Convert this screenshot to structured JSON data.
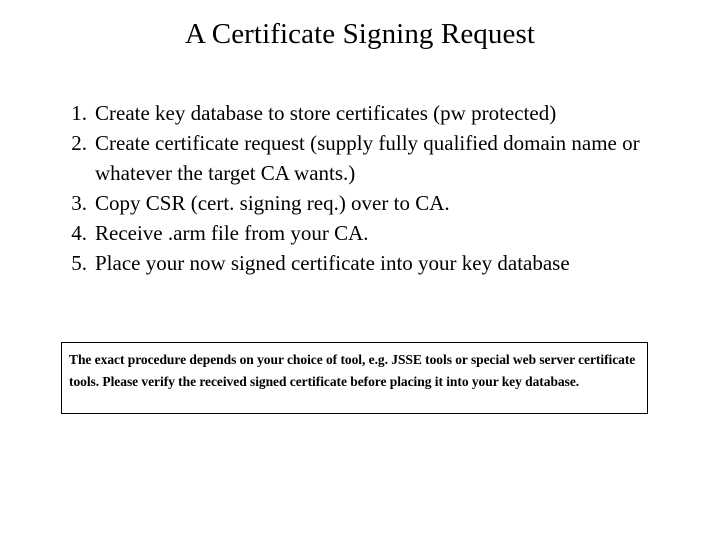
{
  "slide": {
    "title": "A Certificate Signing Request",
    "background_color": "#ffffff",
    "text_color": "#000000",
    "steps": [
      {
        "number": "1.",
        "text": "Create key database to store certificates (pw protected)"
      },
      {
        "number": "2.",
        "text": "Create certificate request (supply fully qualified domain name or whatever the target CA wants.)"
      },
      {
        "number": "3.",
        "text": "Copy CSR (cert. signing req.) over to CA."
      },
      {
        "number": "4.",
        "text": "Receive .arm file from your CA."
      },
      {
        "number": "5.",
        "text": "Place your now signed certificate into your key database"
      }
    ],
    "note": {
      "text": "The exact procedure depends on your choice of tool, e.g. JSSE tools or special web server certificate tools. Please verify the received signed certificate before placing it into your key database.",
      "border_color": "#000000"
    }
  }
}
